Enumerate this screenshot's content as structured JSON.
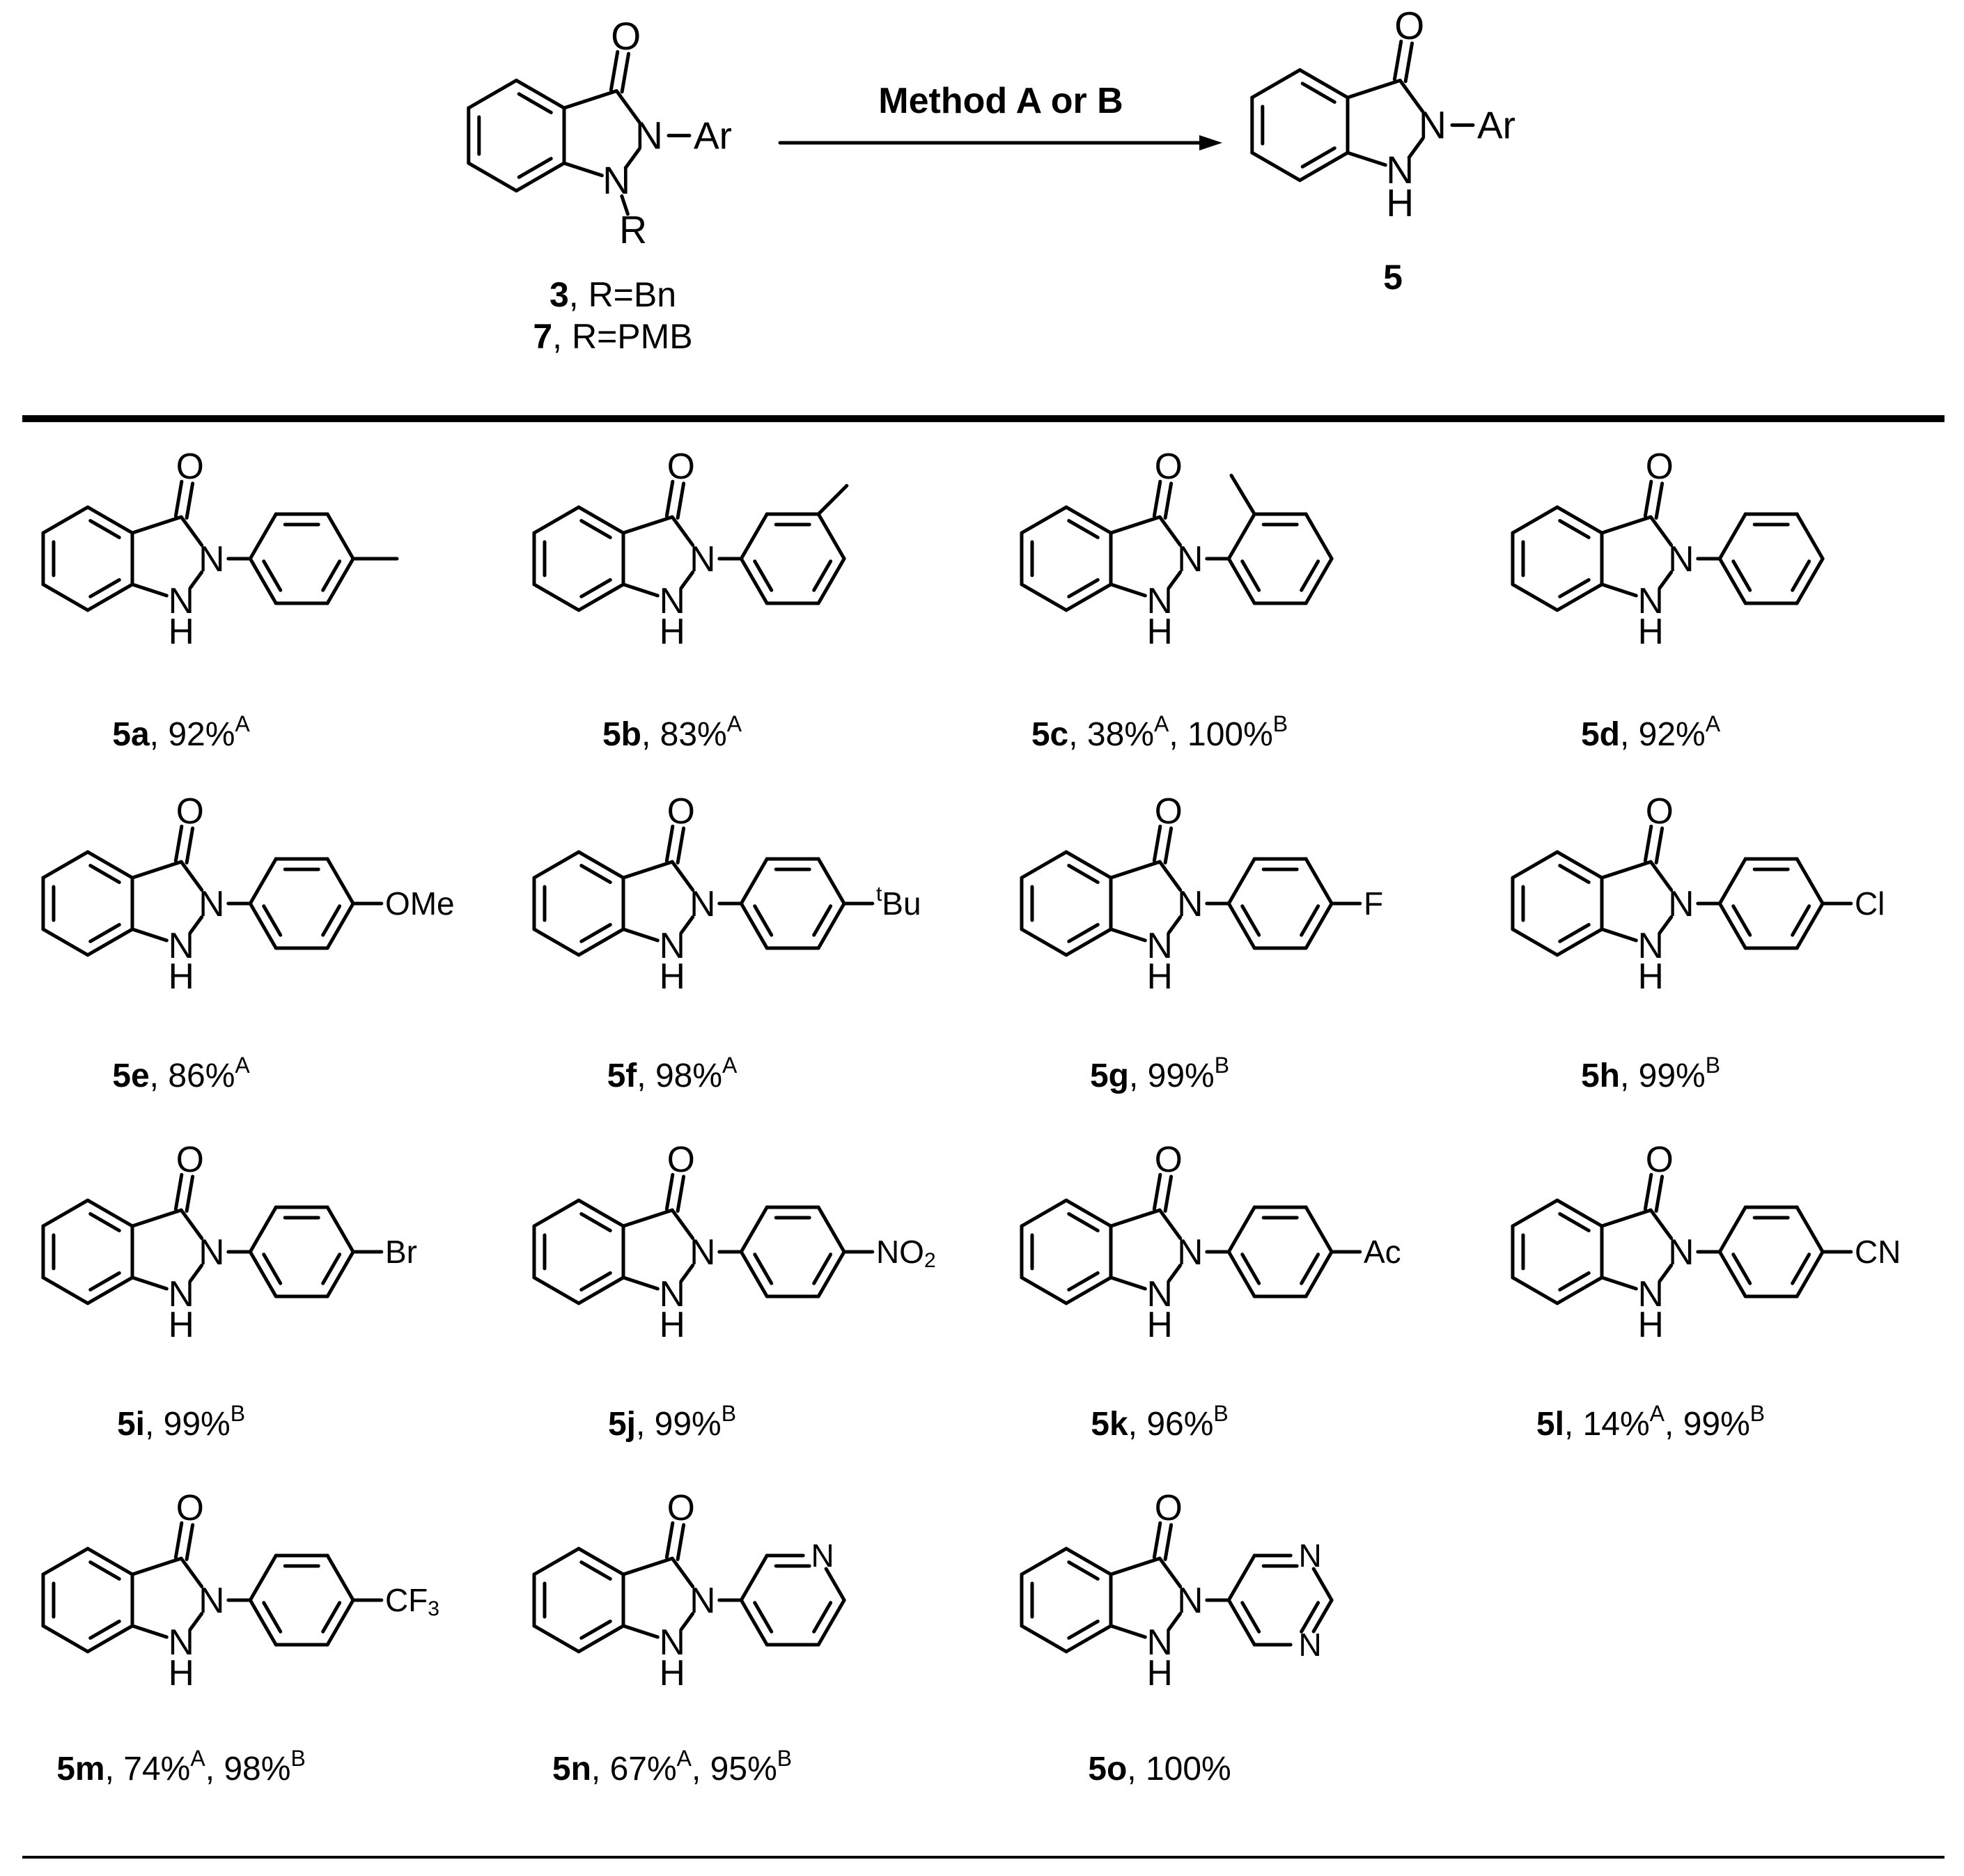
{
  "scheme": {
    "reactant": {
      "id": "3",
      "r_text": ", R=Bn",
      "alt_id": "7",
      "alt_r_text": ", R=PMB",
      "ar_label": "Ar",
      "r_label": "R"
    },
    "condition": "Method A or B",
    "product": {
      "id": "5",
      "ar_label": "Ar"
    }
  },
  "compounds": [
    {
      "id": "5a",
      "sub": "p-methyl",
      "yields": [
        {
          "text": "92%",
          "method": "A"
        }
      ]
    },
    {
      "id": "5b",
      "sub": "m-methyl",
      "yields": [
        {
          "text": "83%",
          "method": "A"
        }
      ]
    },
    {
      "id": "5c",
      "sub": "o-methyl",
      "yields": [
        {
          "text": "38%",
          "method": "A"
        },
        {
          "text": "100%",
          "method": "B"
        }
      ]
    },
    {
      "id": "5d",
      "sub": "phenyl",
      "yields": [
        {
          "text": "92%",
          "method": "A"
        }
      ]
    },
    {
      "id": "5e",
      "sub": "p-text",
      "label": "OMe",
      "yields": [
        {
          "text": "86%",
          "method": "A"
        }
      ]
    },
    {
      "id": "5f",
      "sub": "p-tbu",
      "label": "Bu",
      "sup": "t",
      "yields": [
        {
          "text": "98%",
          "method": "A"
        }
      ]
    },
    {
      "id": "5g",
      "sub": "p-text",
      "label": "F",
      "yields": [
        {
          "text": "99%",
          "method": "B"
        }
      ]
    },
    {
      "id": "5h",
      "sub": "p-text",
      "label": "Cl",
      "yields": [
        {
          "text": "99%",
          "method": "B"
        }
      ]
    },
    {
      "id": "5i",
      "sub": "p-text",
      "label": "Br",
      "yields": [
        {
          "text": "99%",
          "method": "B"
        }
      ]
    },
    {
      "id": "5j",
      "sub": "p-text",
      "label": "NO",
      "subscript": "2",
      "yields": [
        {
          "text": "99%",
          "method": "B"
        }
      ]
    },
    {
      "id": "5k",
      "sub": "p-text",
      "label": "Ac",
      "yields": [
        {
          "text": "96%",
          "method": "B"
        }
      ]
    },
    {
      "id": "5l",
      "sub": "p-text",
      "label": "CN",
      "yields": [
        {
          "text": "14%",
          "method": "A"
        },
        {
          "text": "99%",
          "method": "B"
        }
      ]
    },
    {
      "id": "5m",
      "sub": "p-text",
      "label": "CF",
      "subscript": "3",
      "yields": [
        {
          "text": "74%",
          "method": "A"
        },
        {
          "text": "98%",
          "method": "B"
        }
      ]
    },
    {
      "id": "5n",
      "sub": "pyridin-3-yl",
      "label": "N",
      "yields": [
        {
          "text": "67%",
          "method": "A"
        },
        {
          "text": "95%",
          "method": "B"
        }
      ]
    },
    {
      "id": "5o",
      "sub": "pyrimidin-5-yl",
      "label": "N",
      "yields": [
        {
          "text": "100%"
        }
      ]
    }
  ],
  "atoms": {
    "oxygen": "O",
    "nitrogen": "N",
    "hydrogen": "H"
  }
}
